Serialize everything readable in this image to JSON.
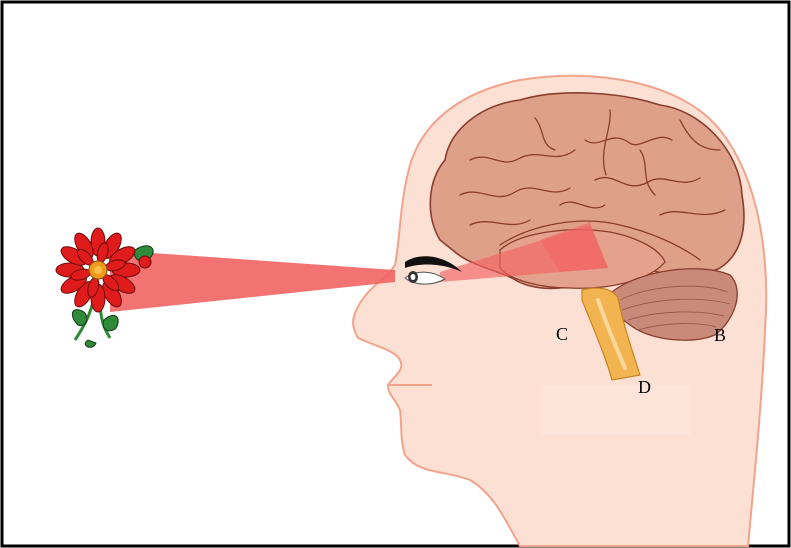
{
  "diagram": {
    "labels": {
      "b": "B",
      "c": "C",
      "d": "D"
    },
    "colors": {
      "border": "#000000",
      "skin": "#fde0d4",
      "skin_outline": "#f1a48b",
      "brain": "#dfa08a",
      "brain_outline": "#8a3d2c",
      "cerebellum": "#c98a7a",
      "brainstem": "#f2b451",
      "visual_beam": "#f26464",
      "flower_red": "#e01b1b",
      "flower_center": "#f39a1d",
      "leaf_green": "#2f8a3a"
    }
  }
}
